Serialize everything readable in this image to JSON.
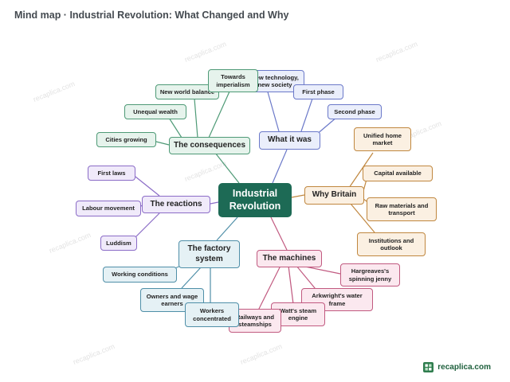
{
  "title": "Mind map · Industrial Revolution: What Changed and Why",
  "watermark_text": "recaplica.com",
  "brand": {
    "name": "recaplica.com",
    "icon": "recaplica-logo-icon"
  },
  "root": {
    "label": "Industrial Revolution"
  },
  "branches": {
    "what": {
      "label": "What it was",
      "color": "#6b79c9",
      "children": [
        "New technology, new society",
        "First phase",
        "Second phase"
      ]
    },
    "why": {
      "label": "Why Britain",
      "color": "#c0873f",
      "children": [
        "Unified home market",
        "Capital available",
        "Raw materials and transport",
        "Institutions and outlook"
      ]
    },
    "machines": {
      "label": "The machines",
      "color": "#c15a80",
      "children": [
        "Hargreaves's spinning jenny",
        "Arkwright's water frame",
        "Watt's steam engine",
        "Railways and steamships"
      ]
    },
    "factory": {
      "label": "The factory system",
      "color": "#4f8fa8",
      "children": [
        "Working conditions",
        "Owners and wage earners",
        "Workers concentrated"
      ]
    },
    "reactions": {
      "label": "The reactions",
      "color": "#8b6cc7",
      "children": [
        "First laws",
        "Labour movement",
        "Luddism"
      ]
    },
    "consequences": {
      "label": "The consequences",
      "color": "#4e9a76",
      "children": [
        "Cities growing",
        "Unequal wealth",
        "New world balance",
        "Towards imperialism"
      ]
    }
  }
}
